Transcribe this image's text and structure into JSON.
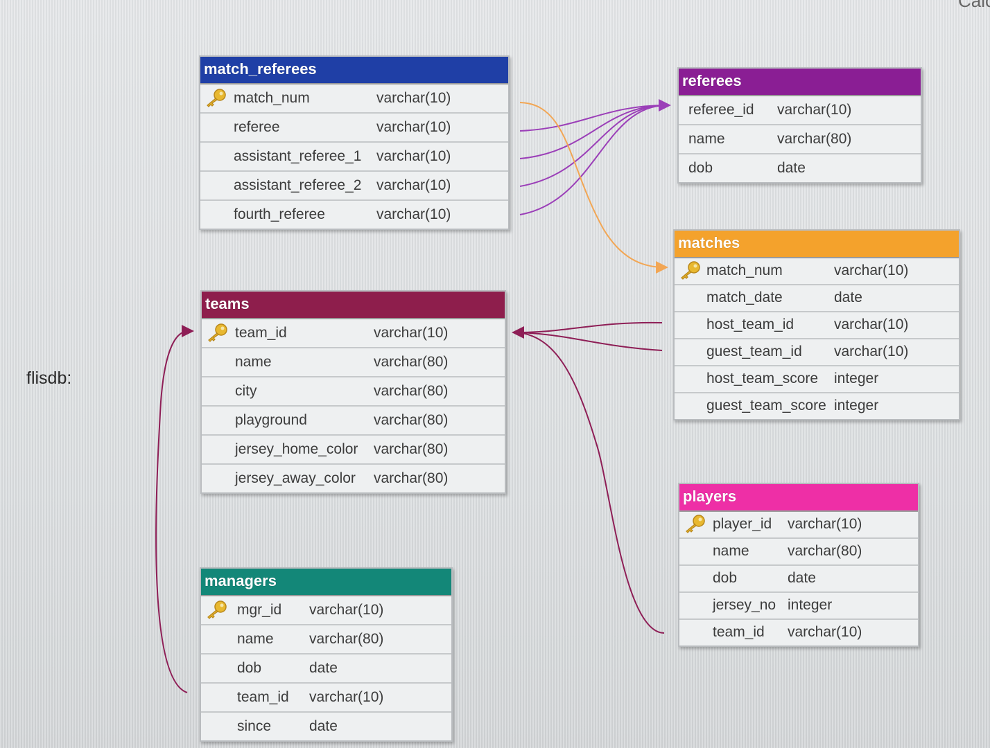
{
  "corner_text": "Calc",
  "db_label": "flisdb:",
  "tables": {
    "match_referees": {
      "title": "match_referees",
      "color": "#1f3fa6",
      "rows": [
        {
          "name": "match_num",
          "type": "varchar(10)",
          "key": true
        },
        {
          "name": "referee",
          "type": "varchar(10)"
        },
        {
          "name": "assistant_referee_1",
          "type": "varchar(10)"
        },
        {
          "name": "assistant_referee_2",
          "type": "varchar(10)"
        },
        {
          "name": "fourth_referee",
          "type": "varchar(10)"
        }
      ]
    },
    "referees": {
      "title": "referees",
      "color": "#8a1e94",
      "rows": [
        {
          "name": "referee_id",
          "type": "varchar(10)"
        },
        {
          "name": "name",
          "type": "varchar(80)"
        },
        {
          "name": "dob",
          "type": "date"
        }
      ]
    },
    "matches": {
      "title": "matches",
      "color": "#f4a22c",
      "rows": [
        {
          "name": "match_num",
          "type": "varchar(10)",
          "key": true
        },
        {
          "name": "match_date",
          "type": "date"
        },
        {
          "name": "host_team_id",
          "type": "varchar(10)"
        },
        {
          "name": "guest_team_id",
          "type": "varchar(10)"
        },
        {
          "name": "host_team_score",
          "type": "integer"
        },
        {
          "name": "guest_team_score",
          "type": "integer"
        }
      ]
    },
    "teams": {
      "title": "teams",
      "color": "#8e1e4c",
      "rows": [
        {
          "name": "team_id",
          "type": "varchar(10)",
          "key": true
        },
        {
          "name": "name",
          "type": "varchar(80)"
        },
        {
          "name": "city",
          "type": "varchar(80)"
        },
        {
          "name": "playground",
          "type": "varchar(80)"
        },
        {
          "name": "jersey_home_color",
          "type": "varchar(80)"
        },
        {
          "name": "jersey_away_color",
          "type": "varchar(80)"
        }
      ]
    },
    "players": {
      "title": "players",
      "color": "#ee2fa6",
      "rows": [
        {
          "name": "player_id",
          "type": "varchar(10)",
          "key": true
        },
        {
          "name": "name",
          "type": "varchar(80)"
        },
        {
          "name": "dob",
          "type": "date"
        },
        {
          "name": "jersey_no",
          "type": "integer"
        },
        {
          "name": "team_id",
          "type": "varchar(10)"
        }
      ]
    },
    "managers": {
      "title": "managers",
      "color": "#138778",
      "rows": [
        {
          "name": "mgr_id",
          "type": "varchar(10)",
          "key": true
        },
        {
          "name": "name",
          "type": "varchar(80)"
        },
        {
          "name": "dob",
          "type": "date"
        },
        {
          "name": "team_id",
          "type": "varchar(10)"
        },
        {
          "name": "since",
          "type": "date"
        }
      ]
    }
  },
  "relations": {
    "referee_color": "#9b3fb8",
    "match_color": "#f2a654",
    "team_color": "#8e1e56"
  }
}
